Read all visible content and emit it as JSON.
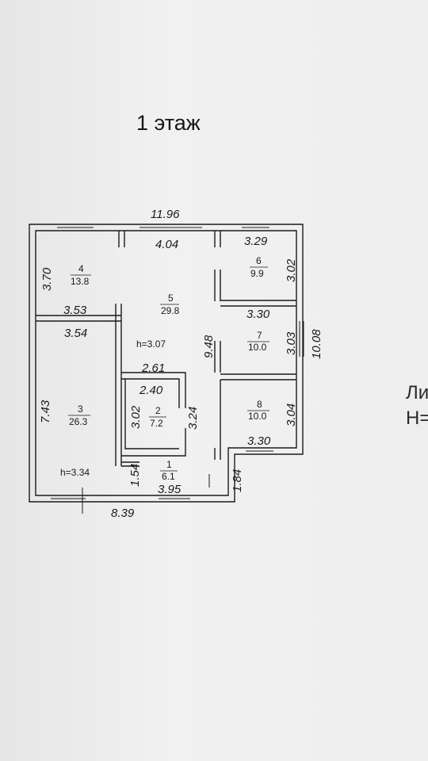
{
  "header": {
    "title": "1 этаж"
  },
  "side_cut": {
    "line1": "Ли",
    "line2": "Н="
  },
  "overall": {
    "top_width": "11.96",
    "bottom_width": "8.39",
    "right_height": "10.08",
    "corridor_height": "9.48"
  },
  "ceiling_heights": {
    "main": "h=3.07",
    "room3": "h=3.34"
  },
  "rooms": [
    {
      "number": "1",
      "area": "6.1"
    },
    {
      "number": "2",
      "area": "7.2"
    },
    {
      "number": "3",
      "area": "26.3"
    },
    {
      "number": "4",
      "area": "13.8"
    },
    {
      "number": "5",
      "area": "29.8"
    },
    {
      "number": "6",
      "area": "9.9"
    },
    {
      "number": "7",
      "area": "10.0"
    },
    {
      "number": "8",
      "area": "10.0"
    }
  ],
  "dimensions": {
    "corr_top": "4.04",
    "r6_w": "3.29",
    "r6_h": "3.02",
    "r4_h": "3.70",
    "r4_w": "3.53",
    "r3_w": "3.54",
    "r3_h": "7.43",
    "r7_w": "3.30",
    "r7_h": "3.03",
    "r2_top": "2.61",
    "r2_w": "2.40",
    "r2_h_left": "3.02",
    "r2_h_right": "3.24",
    "r8_h": "3.04",
    "r8_w": "3.30",
    "r1_h": "1.54",
    "r1_w": "3.95",
    "r1_ext": "1.84"
  }
}
